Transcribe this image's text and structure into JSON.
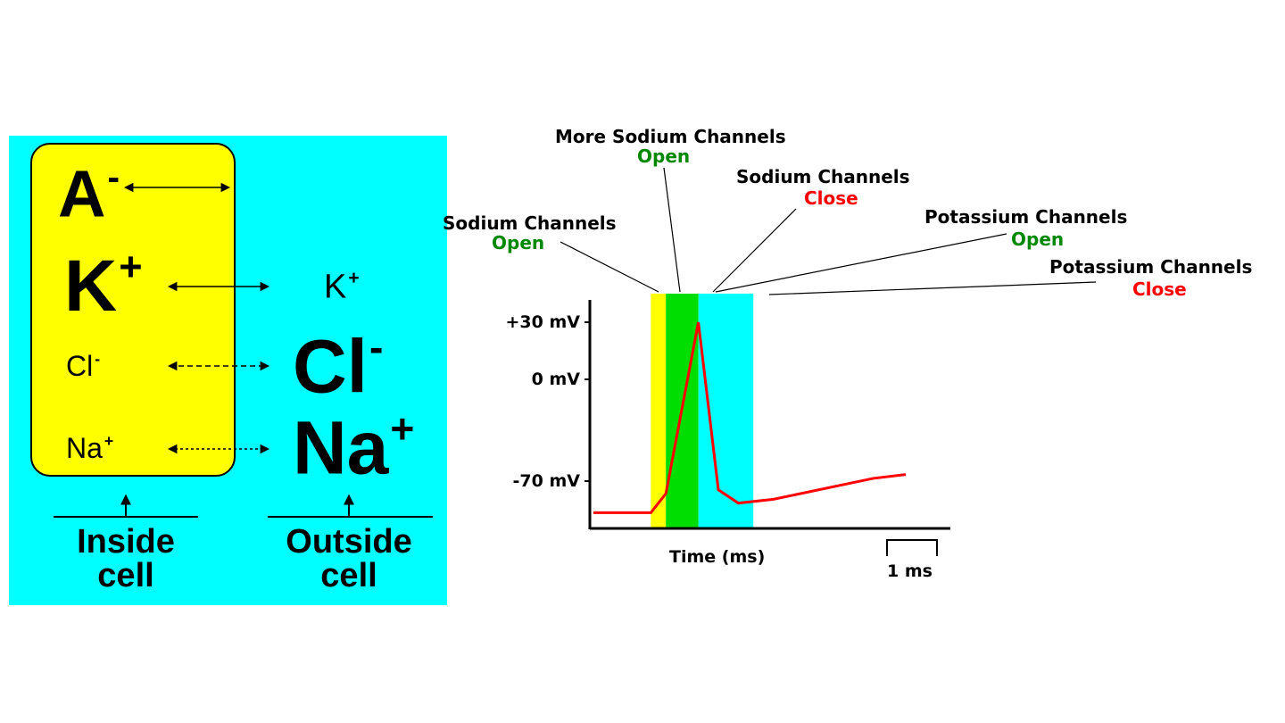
{
  "colors": {
    "outside_bg": "#00ffff",
    "cell_bg": "#ffff00",
    "open": "#008800",
    "close": "#ff0000",
    "trace": "#ff0000",
    "phase_yellow": "#ffff00",
    "phase_green": "#00dd00",
    "phase_cyan": "#00ffff"
  },
  "cell": {
    "inside_ions": [
      {
        "symbol": "A",
        "charge": "-"
      },
      {
        "symbol": "K",
        "charge": "+"
      },
      {
        "symbol": "Cl",
        "charge": "-"
      },
      {
        "symbol": "Na",
        "charge": "+"
      }
    ],
    "outside_ions": [
      {
        "symbol": "K",
        "charge": "+"
      },
      {
        "symbol": "Cl",
        "charge": "-"
      },
      {
        "symbol": "Na",
        "charge": "+"
      }
    ],
    "inside_label": [
      "Inside",
      "cell"
    ],
    "outside_label": [
      "Outside",
      "cell"
    ]
  },
  "action_potential": {
    "annotations": [
      {
        "name": "Sodium Channels",
        "state": "Open",
        "state_color": "open"
      },
      {
        "name": "More Sodium Channels",
        "state": "Open",
        "state_color": "open"
      },
      {
        "name": "Sodium Channels",
        "state": "Close",
        "state_color": "close"
      },
      {
        "name": "Potassium Channels",
        "state": "Open",
        "state_color": "open"
      },
      {
        "name": "Potassium Channels",
        "state": "Close",
        "state_color": "close"
      }
    ],
    "y_ticks": [
      "+30 mV",
      "0 mV",
      "-70 mV"
    ],
    "x_label": "Time (ms)",
    "scale_bar": "1 ms",
    "trace": {
      "x_ms": [
        0,
        1.15,
        1.45,
        2.1,
        2.5,
        2.9,
        3.6,
        5.6,
        6.25
      ],
      "y_mv": [
        -70,
        -70,
        -60,
        30,
        -58,
        -65,
        -63,
        -52,
        -50
      ]
    },
    "phases_ms": [
      [
        1.15,
        1.45
      ],
      [
        1.45,
        2.1
      ],
      [
        2.1,
        3.2
      ]
    ]
  }
}
